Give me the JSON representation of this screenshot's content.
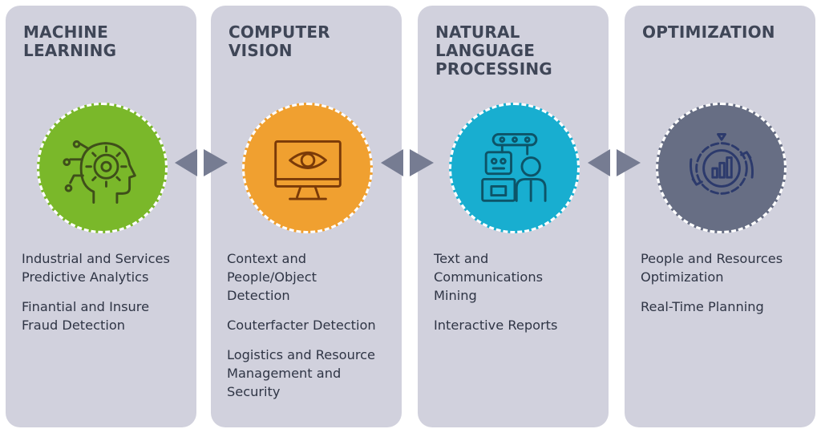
{
  "panels": [
    {
      "title": "MACHINE\nLEARNING",
      "color": "#7ab82a",
      "icon": "brain-gear-icon",
      "items": [
        "Industrial and Services\nPredictive Analytics",
        "Finantial and Insure\nFraud Detection"
      ]
    },
    {
      "title": "COMPUTER\nVISION",
      "color": "#f0a030",
      "icon": "monitor-eye-icon",
      "items": [
        "Context and\nPeople/Object\nDetection",
        "Couterfacter Detection",
        "Logistics and Resource\nManagement and\nSecurity"
      ]
    },
    {
      "title": "NATURAL\nLANGUAGE\nPROCESSING",
      "color": "#18aed0",
      "icon": "robot-person-icon",
      "items": [
        "Text and\nCommunications\nMining",
        "Interactive Reports"
      ]
    },
    {
      "title": "OPTIMIZATION",
      "color": "#676e84",
      "icon": "gear-chart-icon",
      "items": [
        "People and Resources\nOptimization",
        "Real-Time Planning"
      ]
    }
  ],
  "colors": {
    "panel_bg": "#d1d1dd",
    "arrow": "#767c92",
    "title": "#3f4657"
  }
}
